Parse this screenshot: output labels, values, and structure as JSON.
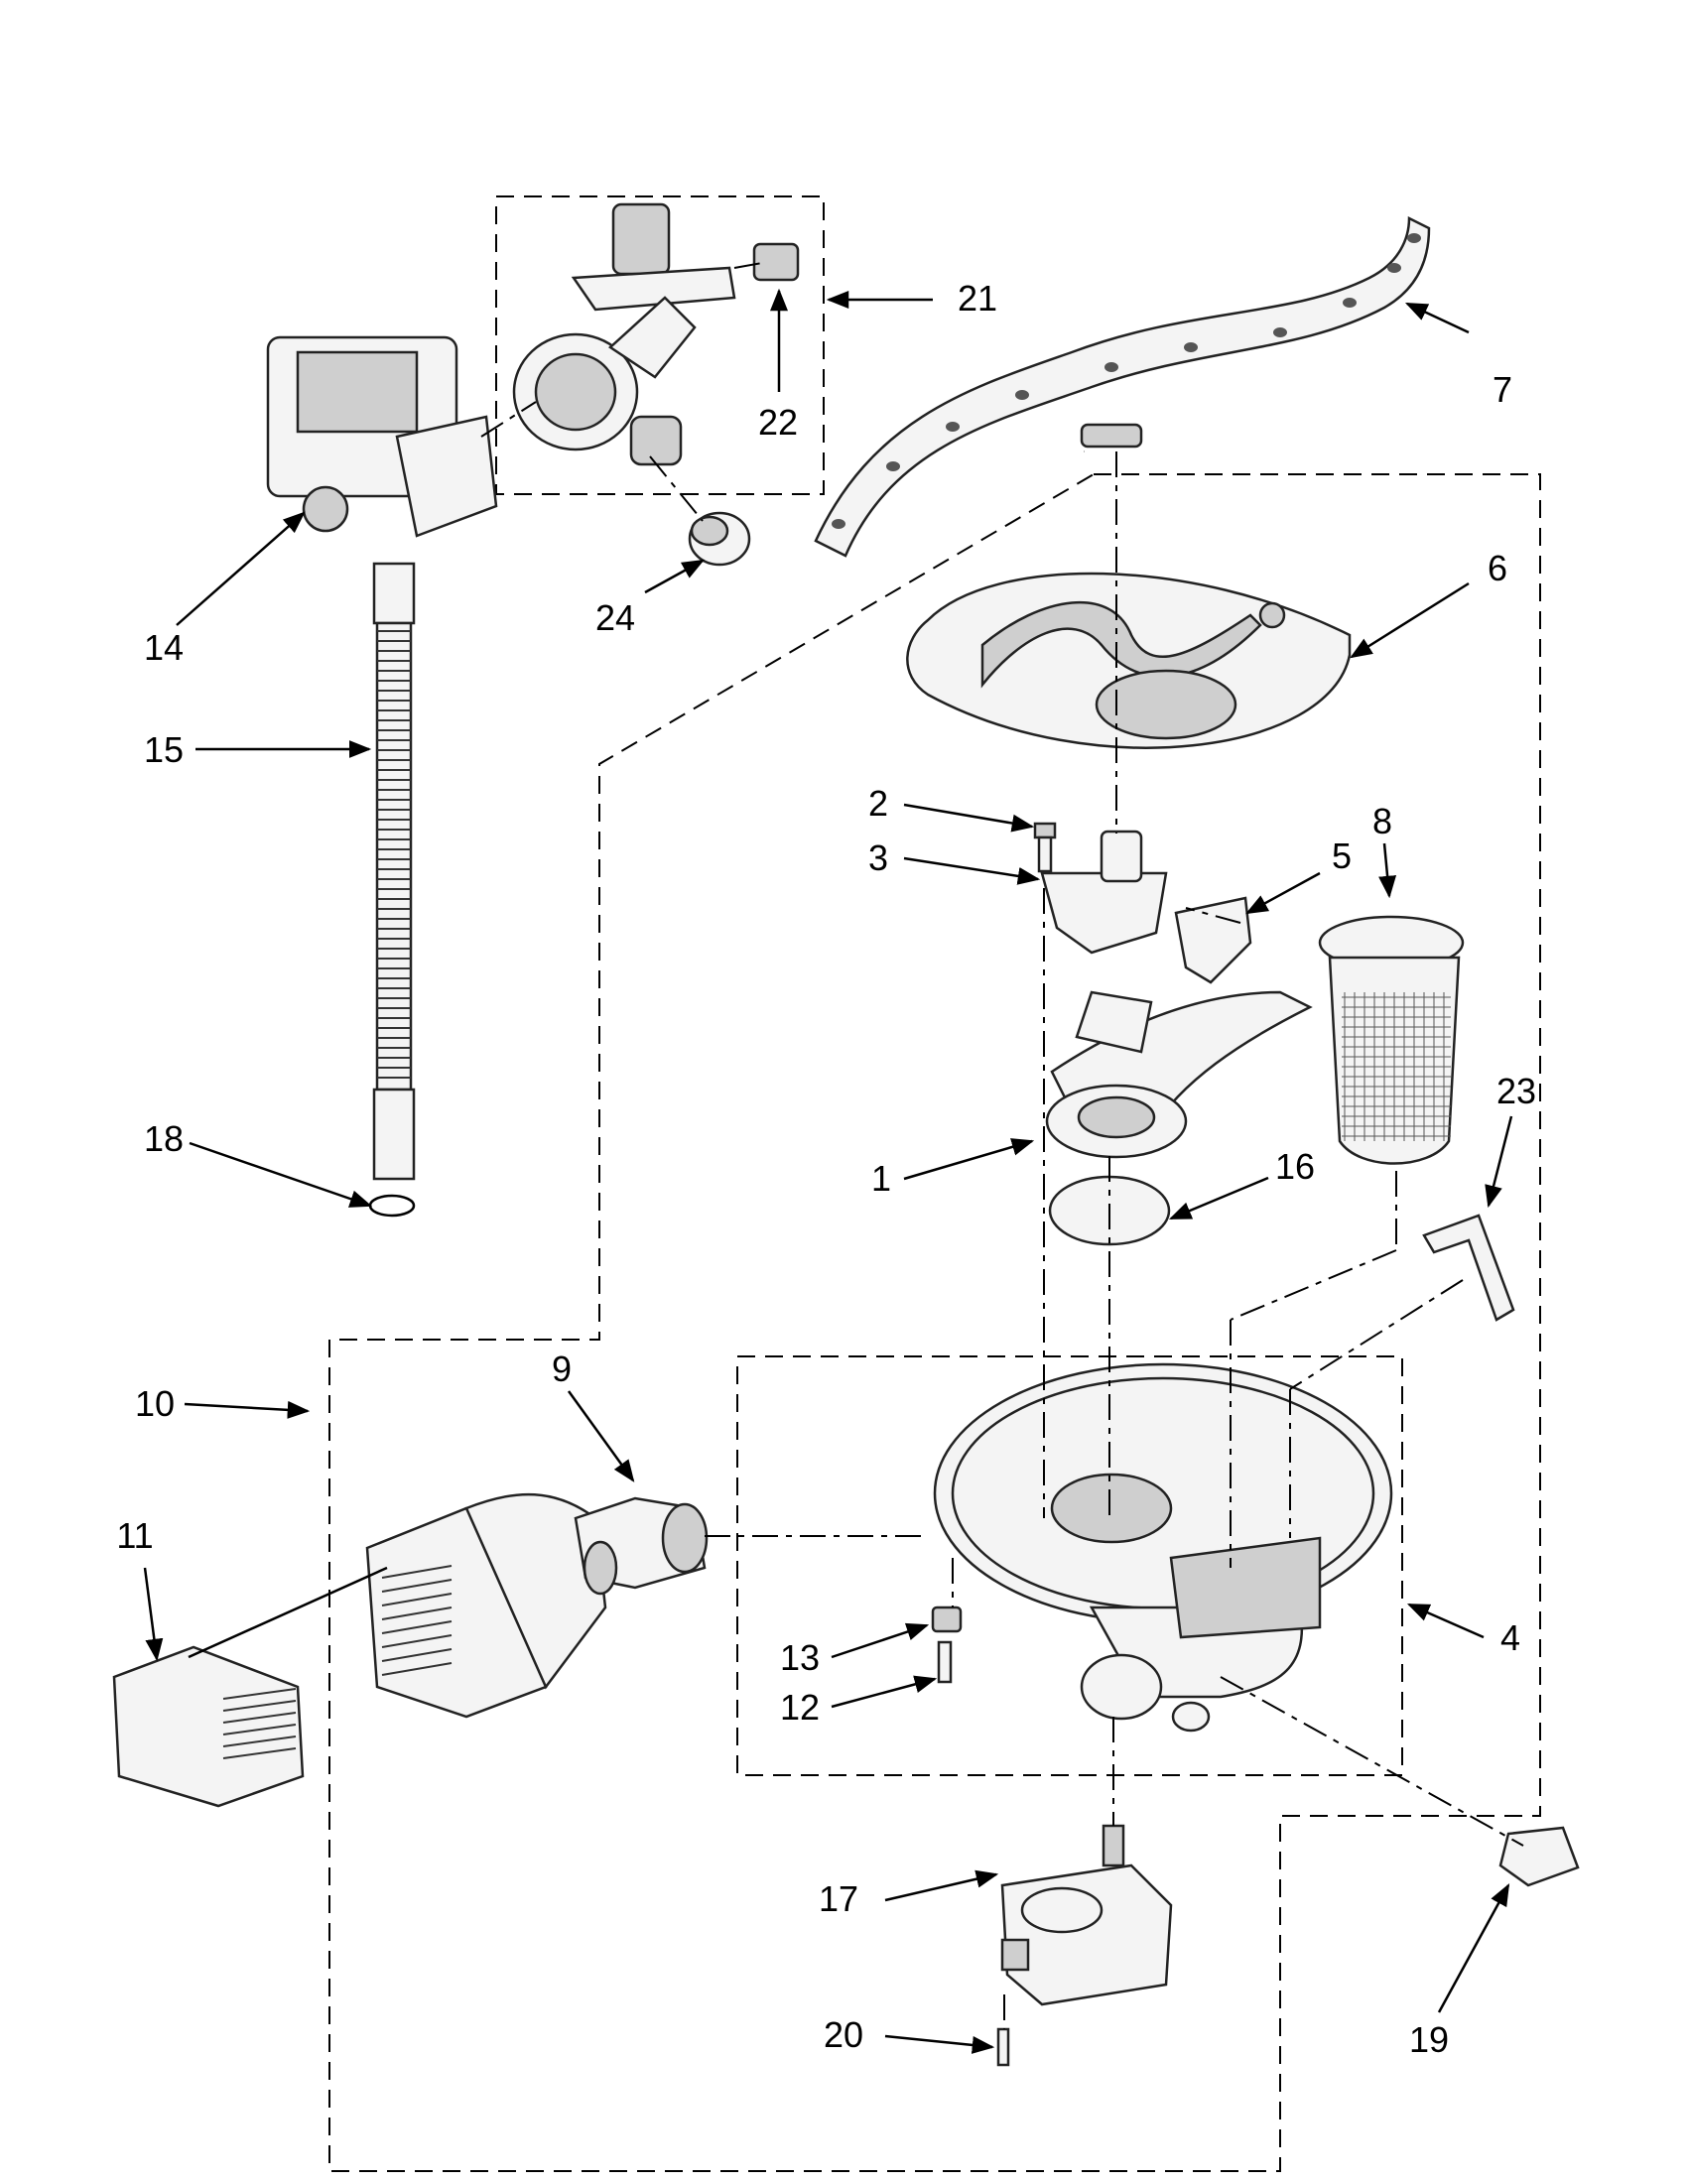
{
  "diagram": {
    "callouts": [
      {
        "id": "c21",
        "text": "21"
      },
      {
        "id": "c22",
        "text": "22"
      },
      {
        "id": "c7",
        "text": "7"
      },
      {
        "id": "c14",
        "text": "14"
      },
      {
        "id": "c24",
        "text": "24"
      },
      {
        "id": "c6",
        "text": "6"
      },
      {
        "id": "c15",
        "text": "15"
      },
      {
        "id": "c2",
        "text": "2"
      },
      {
        "id": "c3",
        "text": "3"
      },
      {
        "id": "c5",
        "text": "5"
      },
      {
        "id": "c8",
        "text": "8"
      },
      {
        "id": "c23",
        "text": "23"
      },
      {
        "id": "c18",
        "text": "18"
      },
      {
        "id": "c1",
        "text": "1"
      },
      {
        "id": "c16",
        "text": "16"
      },
      {
        "id": "c9",
        "text": "9"
      },
      {
        "id": "c10",
        "text": "10"
      },
      {
        "id": "c11",
        "text": "11"
      },
      {
        "id": "c13",
        "text": "13"
      },
      {
        "id": "c12",
        "text": "12"
      },
      {
        "id": "c4",
        "text": "4"
      },
      {
        "id": "c17",
        "text": "17"
      },
      {
        "id": "c20",
        "text": "20"
      },
      {
        "id": "c19",
        "text": "19"
      }
    ]
  }
}
